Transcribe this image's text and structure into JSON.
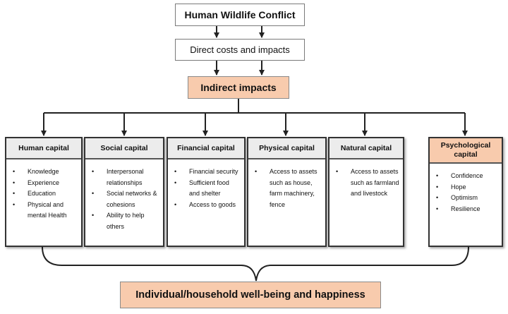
{
  "diagram": {
    "top": "Human Wildlife Conflict",
    "direct": "Direct costs and impacts",
    "indirect": "Indirect impacts",
    "outcome": "Individual/household well-being and happiness",
    "capitals": [
      {
        "title": "Human capital",
        "items": [
          "Knowledge",
          "Experience",
          "Education",
          "Physical and mental Health"
        ]
      },
      {
        "title": "Social capital",
        "items": [
          "Interpersonal relationships",
          "Social networks & cohesions",
          "Ability to help others"
        ]
      },
      {
        "title": "Financial capital",
        "items": [
          "Financial security",
          "Sufficient food and shelter",
          "Access to goods"
        ]
      },
      {
        "title": "Physical capital",
        "items": [
          "Access to assets such as house, farm machinery, fence"
        ]
      },
      {
        "title": "Natural capital",
        "items": [
          "Access to assets such as farmland and livestock"
        ]
      },
      {
        "title": "Psychological capital",
        "items": [
          "Confidence",
          "Hope",
          "Optimism",
          "Resilience"
        ]
      }
    ]
  },
  "colors": {
    "accent_fill": "#f8cbad",
    "header_fill": "#ececec",
    "line": "#222222"
  }
}
